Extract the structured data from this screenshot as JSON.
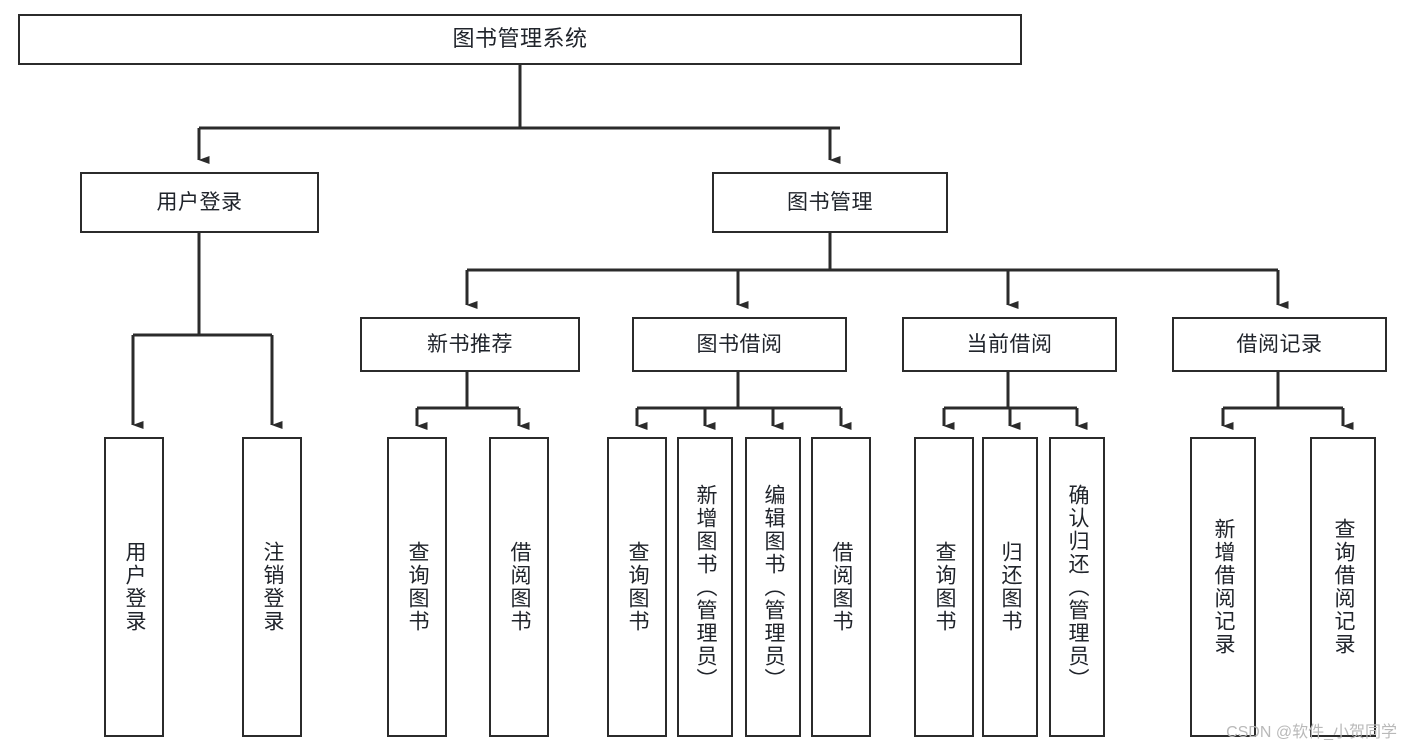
{
  "diagram": {
    "title": "图书管理系统",
    "type": "tree",
    "watermark": "CSDN @软件_小贺同学",
    "stroke_color": "#2b2b2b",
    "fill_color": "#ffffff",
    "text_color": "#20242b",
    "nodes": {
      "root": "图书管理系统",
      "level1": {
        "user_login": "用户登录",
        "book_manage": "图书管理"
      },
      "level2": {
        "new_book_recommend": "新书推荐",
        "book_borrow": "图书借阅",
        "current_borrow": "当前借阅",
        "borrow_record": "借阅记录"
      },
      "leaves": {
        "user_login_leaf": "用户登录",
        "logout_leaf": "注销登录",
        "recommend_query": "查询图书",
        "recommend_borrow": "借阅图书",
        "borrow_query": "查询图书",
        "borrow_add": "新增图书（管理员）",
        "borrow_edit": "编辑图书（管理员）",
        "borrow_borrow": "借阅图书",
        "current_query": "查询图书",
        "current_return": "归还图书",
        "current_confirm": "确认归还（管理员）",
        "record_add": "新增借阅记录",
        "record_query": "查询借阅记录"
      }
    }
  }
}
